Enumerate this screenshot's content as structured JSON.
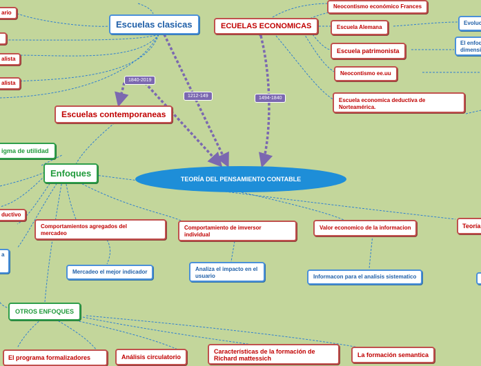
{
  "root": "TEORÍA DEL PENSAMIENTO CONTABLE",
  "badges": {
    "clasicas": "1212-149",
    "contemporaneas": "1840-2019",
    "economicas": "1494-1840"
  },
  "left_edge": {
    "item1": "ario",
    "item2": "alista",
    "item3": "alista",
    "item4": "ductivo",
    "item5": "a"
  },
  "right_edge": {
    "evolu": "Evoluc",
    "enfoq_line1": "El enfoq",
    "enfoq_line2": "dimensi",
    "teoria": "Teoría"
  },
  "clasicas": "Escuelas clasicas",
  "contemporaneas": "Escuelas contemporaneas",
  "paradigma": "igma de utilidad",
  "enfoques": "Enfoques",
  "economicas": "ECUELAS ECONOMICAS",
  "econ_children": {
    "neo_frances": "Neocontismo económico Frances",
    "alemana": "Escuela Alemana",
    "patrimonista": "Escuela patrimonista",
    "neo_eeuu": "Neocontismo ee.uu",
    "deductiva_line1": "Escuela economica deductiva de",
    "deductiva_line2": "Norteamérica."
  },
  "comportamientos_line1": "Comportamientos agregados del",
  "comportamientos_line2": "mercadeo",
  "mercadeo_indicador": "Mercadeo el mejor indicador",
  "inversor_line1": "Comportamiento de imversor",
  "inversor_line2": "individual",
  "impacto_line1": "Analiza el impacto en el",
  "impacto_line2": "usuario",
  "valor": "Valor economico de la informacion",
  "informacion": "Informacon para el analisis sistematico",
  "otros": "OTROS ENFOQUES",
  "bottom": {
    "programa": "El programa formalizadores",
    "analisis": "Análisis circulatorio",
    "caract_line1": "Características de la formación de",
    "caract_line2": "Richard mattessich",
    "semantica": "La formación semantica"
  }
}
